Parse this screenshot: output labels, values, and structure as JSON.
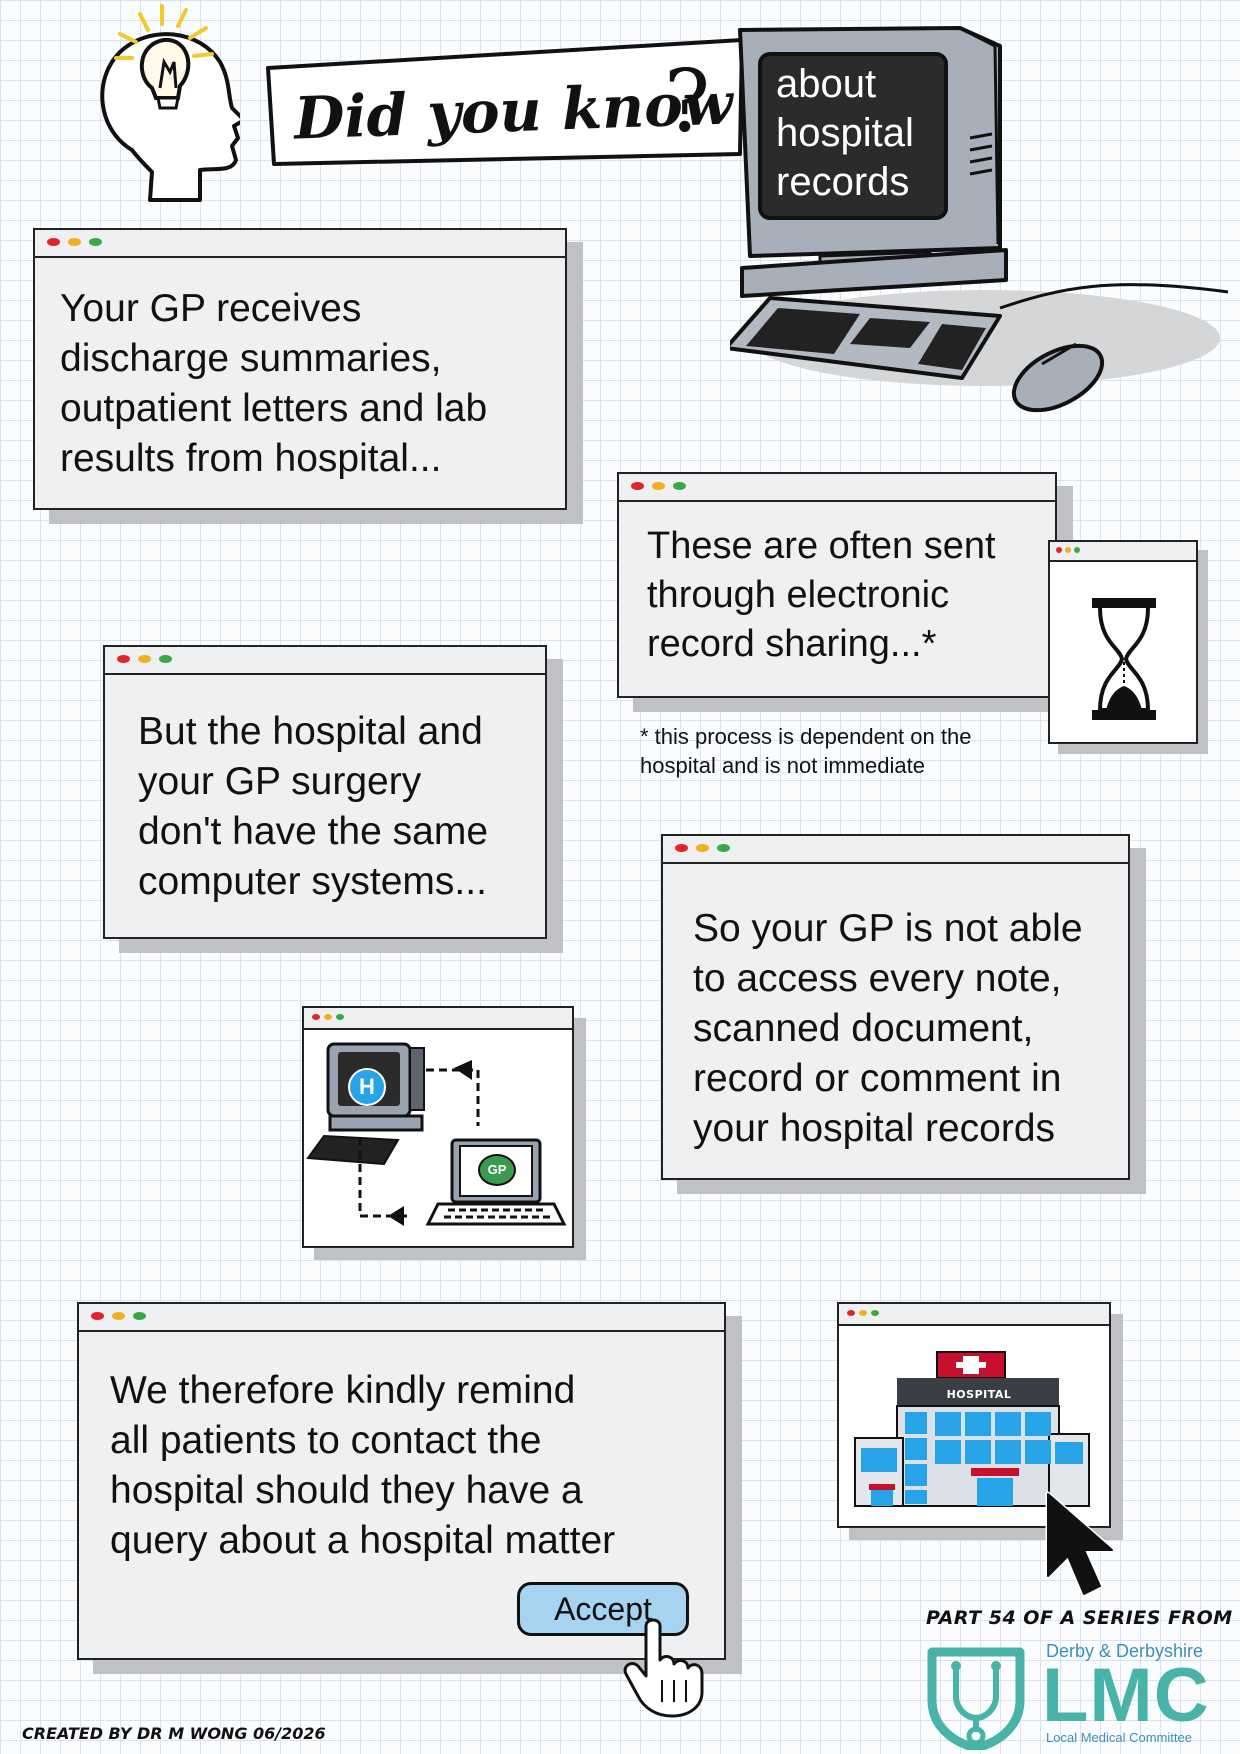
{
  "header": {
    "title": "Did you know",
    "question_mark": "?",
    "monitor_text": "about\nhospital\nrecords"
  },
  "cards": [
    {
      "text": "Your GP receives\ndischarge summaries,\noutpatient letters and lab\nresults from hospital..."
    },
    {
      "text": "These are often sent\nthrough electronic\nrecord sharing...*"
    },
    {
      "text": "But the hospital and\nyour GP surgery\ndon't have the same\ncomputer systems..."
    },
    {
      "text": "So your GP is not able\nto access every note,\nscanned document,\nrecord or comment in\nyour hospital records"
    },
    {
      "text": "We therefore kindly remind\nall patients to contact the\nhospital should they have a\nquery about a hospital matter"
    }
  ],
  "footnote": "* this process is dependent on the\nhospital and is not immediate",
  "icons": {
    "h_badge": "H",
    "gp_badge": "GP",
    "hospital_sign": "HOSPITAL"
  },
  "accept_button": {
    "label": "Accept"
  },
  "footer": {
    "series": "PART 54 OF A SERIES FROM",
    "org_top": "Derby & Derbyshire",
    "org_logo": "LMC",
    "org_bottom": "Local Medical Committee",
    "credit": "CREATED BY DR M WONG 06/2026"
  },
  "colors": {
    "accept_bg": "#a6d3ef",
    "accent_teal": "#49b3a7",
    "window_grey": "#eef0f2",
    "monitor_grey": "#a7afba",
    "hospital_blue": "#27a4e8",
    "gp_green": "#3a9a4d"
  }
}
